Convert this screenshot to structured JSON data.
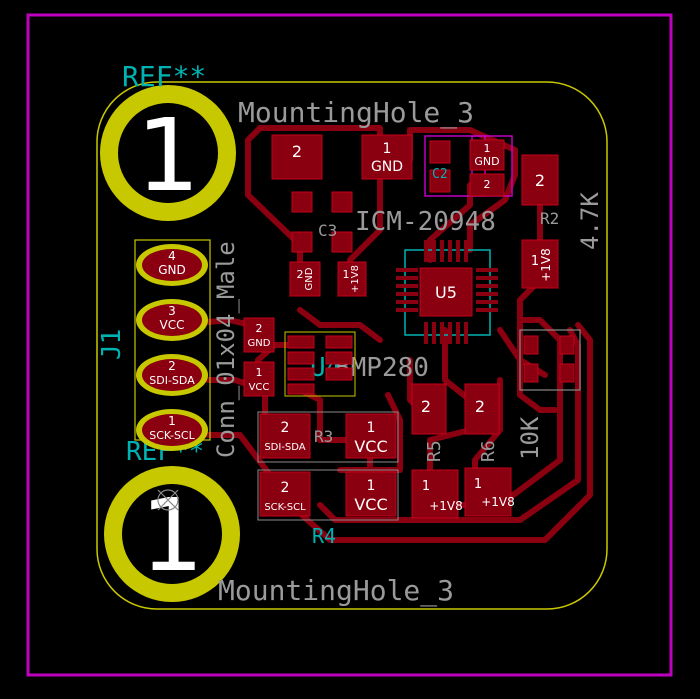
{
  "board": {
    "ref_top": "REF**",
    "ref_bottom": "REF**",
    "mounting_hole_top": "MountingHole_3",
    "mounting_hole_bottom": "MountingHole_3",
    "hole_pad_number": "1",
    "connector_ref": "J1",
    "connector_value": "Conn_01x04_Male",
    "ic_ref": "U5",
    "ic_value": "ICM-20948",
    "ic2_ref": "U4",
    "ic2_value": "BMP280",
    "r2_value": "4.7K",
    "r_value_10k": "10K"
  },
  "connector_pins": [
    {
      "num": "4",
      "label": "GND"
    },
    {
      "num": "3",
      "label": "VCC"
    },
    {
      "num": "2",
      "label": "SDI-SDA"
    },
    {
      "num": "1",
      "label": "SCK-SCL"
    }
  ],
  "components": {
    "c_top_a": {
      "p2": "2",
      "p1": "1",
      "p1_label": "GND"
    },
    "c2": {
      "ref": "C2",
      "p1": "1",
      "p1_label": "GND",
      "p2": "2"
    },
    "r2": {
      "ref": "R2",
      "p2": "2",
      "p1": "1",
      "p1_label": "+1V8"
    },
    "c3": {
      "ref": "C3",
      "p2": "2",
      "p2_label": "GND",
      "p1": "1",
      "p1_label": "+1V8"
    },
    "c_left": {
      "p2": "2",
      "p2_label": "GND",
      "p1": "1",
      "p1_label": "VCC"
    },
    "r3": {
      "ref": "R3",
      "p2": "2",
      "p2_label": "SDI-SDA",
      "p1": "1",
      "p1_label": "VCC"
    },
    "r4": {
      "ref": "R4",
      "p2": "2",
      "p2_label": "SCK-SCL",
      "p1": "1",
      "p1_label": "VCC"
    },
    "r5": {
      "ref": "R5",
      "p2": "2",
      "p1": "1",
      "p1_label": "+1V8"
    },
    "r6": {
      "ref": "R6",
      "p2": "2",
      "p1": "1",
      "p1_label": "+1V8"
    }
  },
  "colors": {
    "background": "#000000",
    "edge_cuts": "#c000c0",
    "silkscreen": "#00b3b3",
    "fab": "#9a9a9a",
    "copper": "#8b0010",
    "hole_ring": "#c8c800",
    "outline": "#c8c800"
  }
}
